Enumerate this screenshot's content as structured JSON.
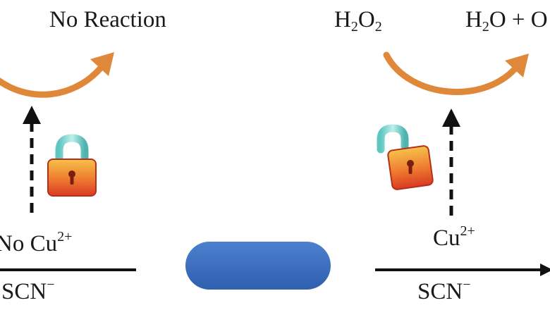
{
  "left_panel": {
    "outcome": "No Reaction",
    "ion_label": {
      "prefix": "No Cu",
      "charge": "2+"
    },
    "anion_label": {
      "text": "SCN",
      "charge": "−"
    }
  },
  "right_panel": {
    "substrate": {
      "a": "H",
      "a_sub": "2",
      "b": "O",
      "b_sub": "2"
    },
    "product": {
      "a": "H",
      "a_sub": "2",
      "b": "O + ",
      "tail": "O"
    },
    "ion_label": {
      "prefix": "Cu",
      "charge": "2+"
    },
    "anion_label": {
      "text": "SCN",
      "charge": "−"
    }
  },
  "colors": {
    "arrow_orange": "#e0883a",
    "capsule_blue": "#3d6fbf",
    "line_black": "#111111",
    "lock_body": "#e8522a",
    "lock_shackle": "#7ed6d2"
  }
}
